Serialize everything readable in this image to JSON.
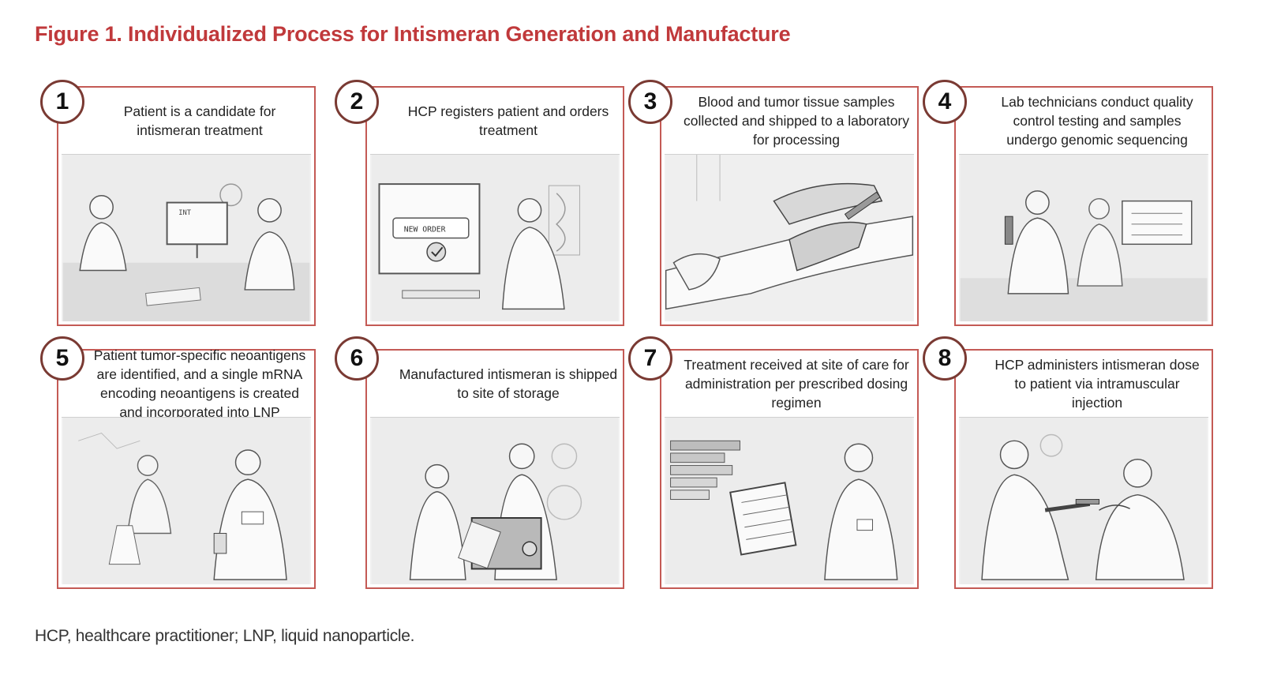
{
  "title": "Figure 1. Individualized Process for Intismeran Generation and Manufacture",
  "steps": [
    {
      "number": "1",
      "text": "Patient is a candidate for intismeran treatment"
    },
    {
      "number": "2",
      "text": "HCP registers patient and orders treatment",
      "screen_label": "NEW ORDER"
    },
    {
      "number": "3",
      "text": "Blood and tumor tissue samples collected and shipped to a laboratory for processing"
    },
    {
      "number": "4",
      "text": "Lab technicians conduct quality control testing and samples undergo genomic sequencing"
    },
    {
      "number": "5",
      "text": "Patient tumor-specific neoantigens are identified, and a single mRNA encoding neoantigens is created and incorporated into LNP"
    },
    {
      "number": "6",
      "text": "Manufactured intismeran is shipped to site of storage"
    },
    {
      "number": "7",
      "text": "Treatment received at site of care for administration per prescribed dosing regimen"
    },
    {
      "number": "8",
      "text": "HCP administers intismeran dose to patient via intramuscular injection"
    }
  ],
  "footnote": "HCP, healthcare practitioner; LNP, liquid nanoparticle.",
  "colors": {
    "title": "#c0393b",
    "panel_border": "#c45a55",
    "badge_border": "#7a3a33"
  }
}
